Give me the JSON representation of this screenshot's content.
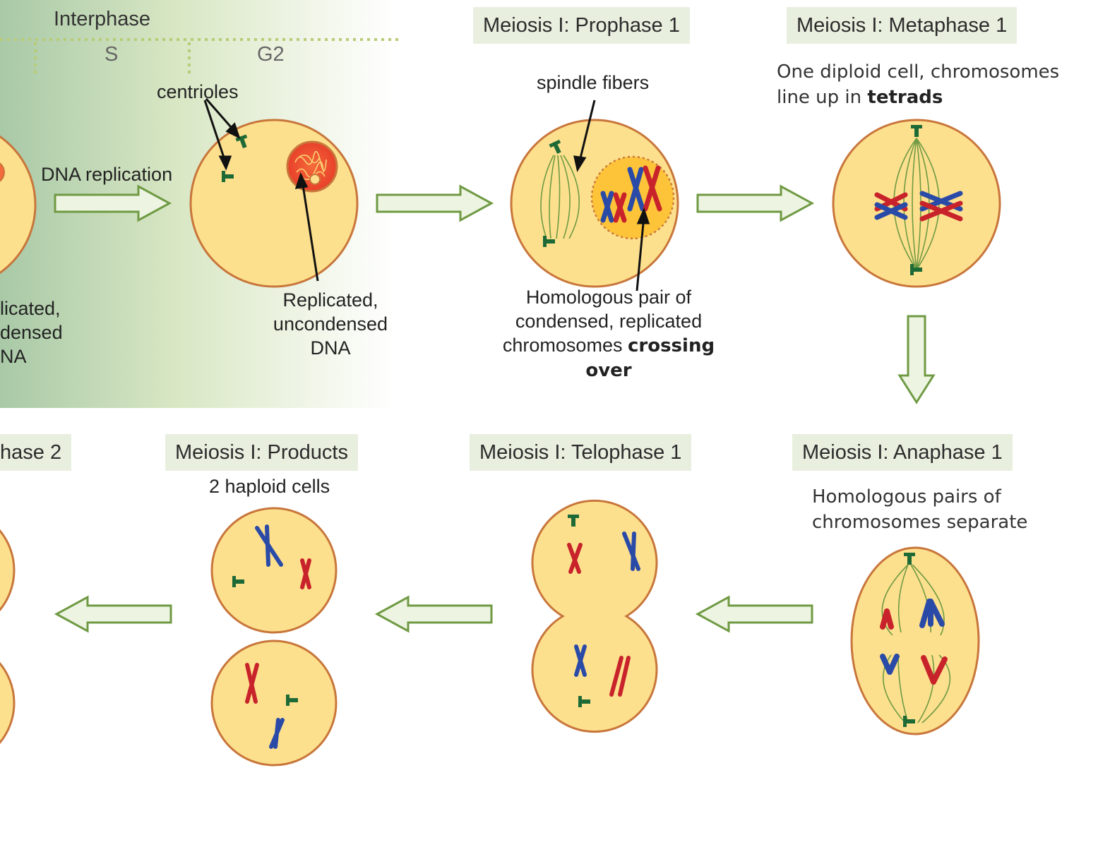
{
  "interphase": {
    "title": "Interphase",
    "phase_s": "S",
    "phase_g2": "G2"
  },
  "labels": {
    "dna_replication": "DNA replication",
    "centrioles": "centrioles",
    "replicated_uncondensed_dna": [
      "Replicated,",
      "uncondensed",
      "DNA"
    ],
    "left_cut_text": [
      "licated,",
      "densed",
      "NA"
    ],
    "spindle_fibers": "spindle fibers",
    "homologous_pair": [
      "Homologous pair of",
      "condensed, replicated",
      "chromosomes"
    ],
    "crossing_over": "crossing over",
    "metaphase_desc_1": "One diploid cell, chromosomes",
    "metaphase_desc_2_prefix": "line up in ",
    "metaphase_desc_2_bold": "tetrads",
    "anaphase_desc": [
      "Homologous pairs of",
      "chromosomes separate"
    ],
    "products_desc": "2 haploid cells"
  },
  "stages": {
    "prophase1": "Meiosis I: Prophase 1",
    "metaphase1": "Meiosis I: Metaphase 1",
    "anaphase1": "Meiosis I: Anaphase 1",
    "telophase1": "Meiosis I: Telophase 1",
    "products": "Meiosis I: Products",
    "cut_left": "hase 2"
  },
  "colors": {
    "cell_fill": "#fde08e",
    "cell_outline": "#c8763b",
    "arrow_fill": "#edf4e2",
    "arrow_stroke": "#6f9a43",
    "centriole": "#1e6a36",
    "chromosome_blue": "#2a4aa8",
    "chromosome_red": "#c8232b",
    "label_box": "#e9efdf"
  }
}
